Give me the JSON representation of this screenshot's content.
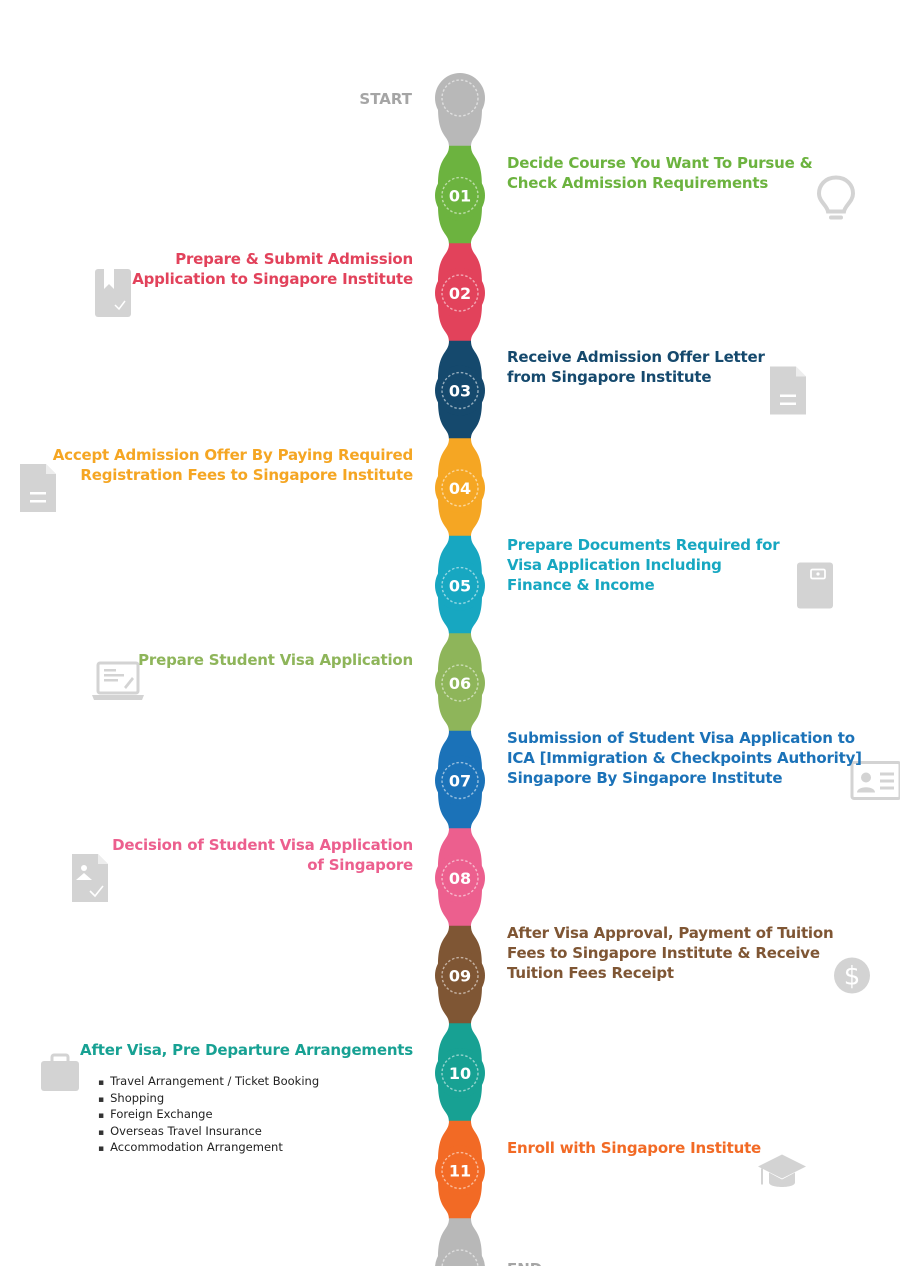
{
  "start_label": "START",
  "end_label": "END",
  "steps": [
    {
      "num": "01",
      "color": "#6cb33f",
      "side": "right",
      "icon": "lightbulb-icon",
      "lines": [
        "Decide Course You Want To Pursue &",
        "Check Admission Requirements"
      ]
    },
    {
      "num": "02",
      "color": "#e2425b",
      "side": "left",
      "icon": "bookmark-document-icon",
      "lines": [
        "Prepare & Submit Admission",
        "Application to Singapore Institute"
      ]
    },
    {
      "num": "03",
      "color": "#15496d",
      "side": "right",
      "icon": "document-icon",
      "lines": [
        "Receive Admission Offer Letter",
        "from Singapore Institute"
      ]
    },
    {
      "num": "04",
      "color": "#f5a623",
      "side": "left",
      "icon": "document-icon",
      "lines": [
        "Accept Admission Offer By Paying Required",
        "Registration Fees to Singapore Institute"
      ]
    },
    {
      "num": "05",
      "color": "#17a7c1",
      "side": "right",
      "icon": "wallet-icon",
      "lines": [
        "Prepare Documents Required for",
        "Visa Application Including",
        "Finance & Income"
      ]
    },
    {
      "num": "06",
      "color": "#8eb55a",
      "side": "left",
      "icon": "laptop-icon",
      "lines": [
        "Prepare Student Visa Application"
      ]
    },
    {
      "num": "07",
      "color": "#1b72b8",
      "side": "right",
      "icon": "id-card-icon",
      "lines": [
        "Submission of Student Visa Application to",
        "ICA [Immigration & Checkpoints Authority]",
        "Singapore By Singapore Institute"
      ]
    },
    {
      "num": "08",
      "color": "#ec5f8e",
      "side": "left",
      "icon": "approved-document-icon",
      "lines": [
        "Decision of Student Visa Application",
        "of Singapore"
      ]
    },
    {
      "num": "09",
      "color": "#7f5634",
      "side": "right",
      "icon": "dollar-icon",
      "lines": [
        "After Visa Approval, Payment of Tuition",
        "Fees to Singapore Institute & Receive",
        "Tuition Fees Receipt"
      ]
    },
    {
      "num": "10",
      "color": "#17a193",
      "side": "left",
      "icon": "briefcase-icon",
      "lines": [
        "After Visa, Pre Departure Arrangements"
      ]
    },
    {
      "num": "11",
      "color": "#f26a25",
      "side": "right",
      "icon": "graduation-cap-icon",
      "lines": [
        "Enroll with Singapore Institute"
      ]
    }
  ],
  "pre_departure_items": [
    "Travel Arrangement / Ticket Booking",
    "Shopping",
    "Foreign Exchange",
    "Overseas Travel Insurance",
    "Accommodation Arrangement"
  ],
  "colors": {
    "terminal": "#b8b8b8",
    "icon": "#d3d3d3",
    "start_text": "#a5a5a5"
  }
}
